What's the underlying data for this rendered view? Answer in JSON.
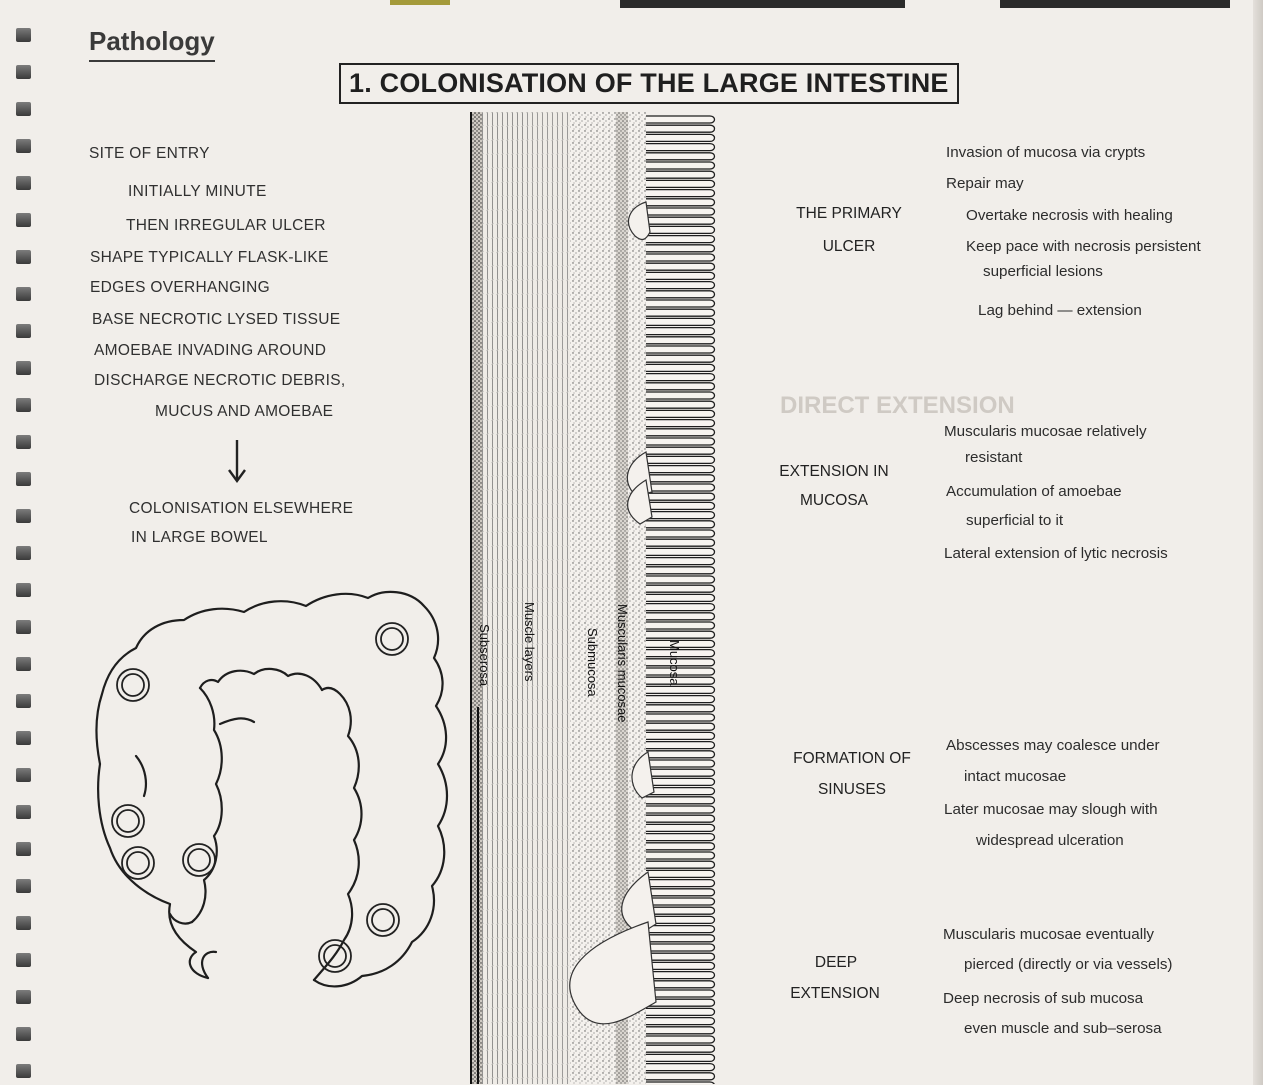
{
  "header": {
    "section": "Pathology",
    "title": "1. COLONISATION OF THE LARGE INTESTINE"
  },
  "left_notes": [
    "SITE OF ENTRY",
    "INITIALLY MINUTE",
    "THEN IRREGULAR ULCER",
    "SHAPE TYPICALLY FLASK-LIKE",
    "EDGES OVERHANGING",
    "BASE NECROTIC LYSED TISSUE",
    "AMOEBAE INVADING AROUND",
    "DISCHARGE NECROTIC DEBRIS,",
    "MUCUS AND AMOEBAE"
  ],
  "arrow_icon": "down-arrow-icon",
  "colonisation_lines": [
    "COLONISATION ELSEWHERE",
    "IN LARGE BOWEL"
  ],
  "diagram_labels": {
    "subserosa": "Subserosa",
    "muscle_layers": "Muscle layers",
    "submucosa": "Submucosa",
    "muscularis_mucosae": "Muscularis mucosae",
    "mucosa": "Mucosa"
  },
  "stages": [
    {
      "heading": [
        "THE PRIMARY",
        "ULCER"
      ],
      "lines": [
        "Invasion of mucosa via crypts",
        "Repair may",
        "Overtake necrosis    with healing",
        "Keep pace with necrosis   persistent",
        "superficial  lesions",
        "Lag behind — extension"
      ]
    },
    {
      "heading": [
        "EXTENSION IN",
        "MUCOSA"
      ],
      "lines": [
        "Muscularis mucosae relatively",
        "resistant",
        "Accumulation of amoebae",
        "superficial to it",
        "Lateral extension of lytic necrosis"
      ]
    },
    {
      "heading": [
        "FORMATION OF",
        "SINUSES"
      ],
      "lines": [
        "Abscesses may coalesce under",
        "intact  mucosae",
        "Later mucosae may slough with",
        "widespread  ulceration"
      ]
    },
    {
      "heading": [
        "DEEP",
        "EXTENSION"
      ],
      "lines": [
        "Muscularis  mucosae eventually",
        "pierced (directly or via vessels)",
        "Deep necrosis of sub  mucosa",
        "even muscle and sub–serosa"
      ]
    }
  ],
  "show_through": {
    "a": "DIRECT EXTENSION"
  }
}
